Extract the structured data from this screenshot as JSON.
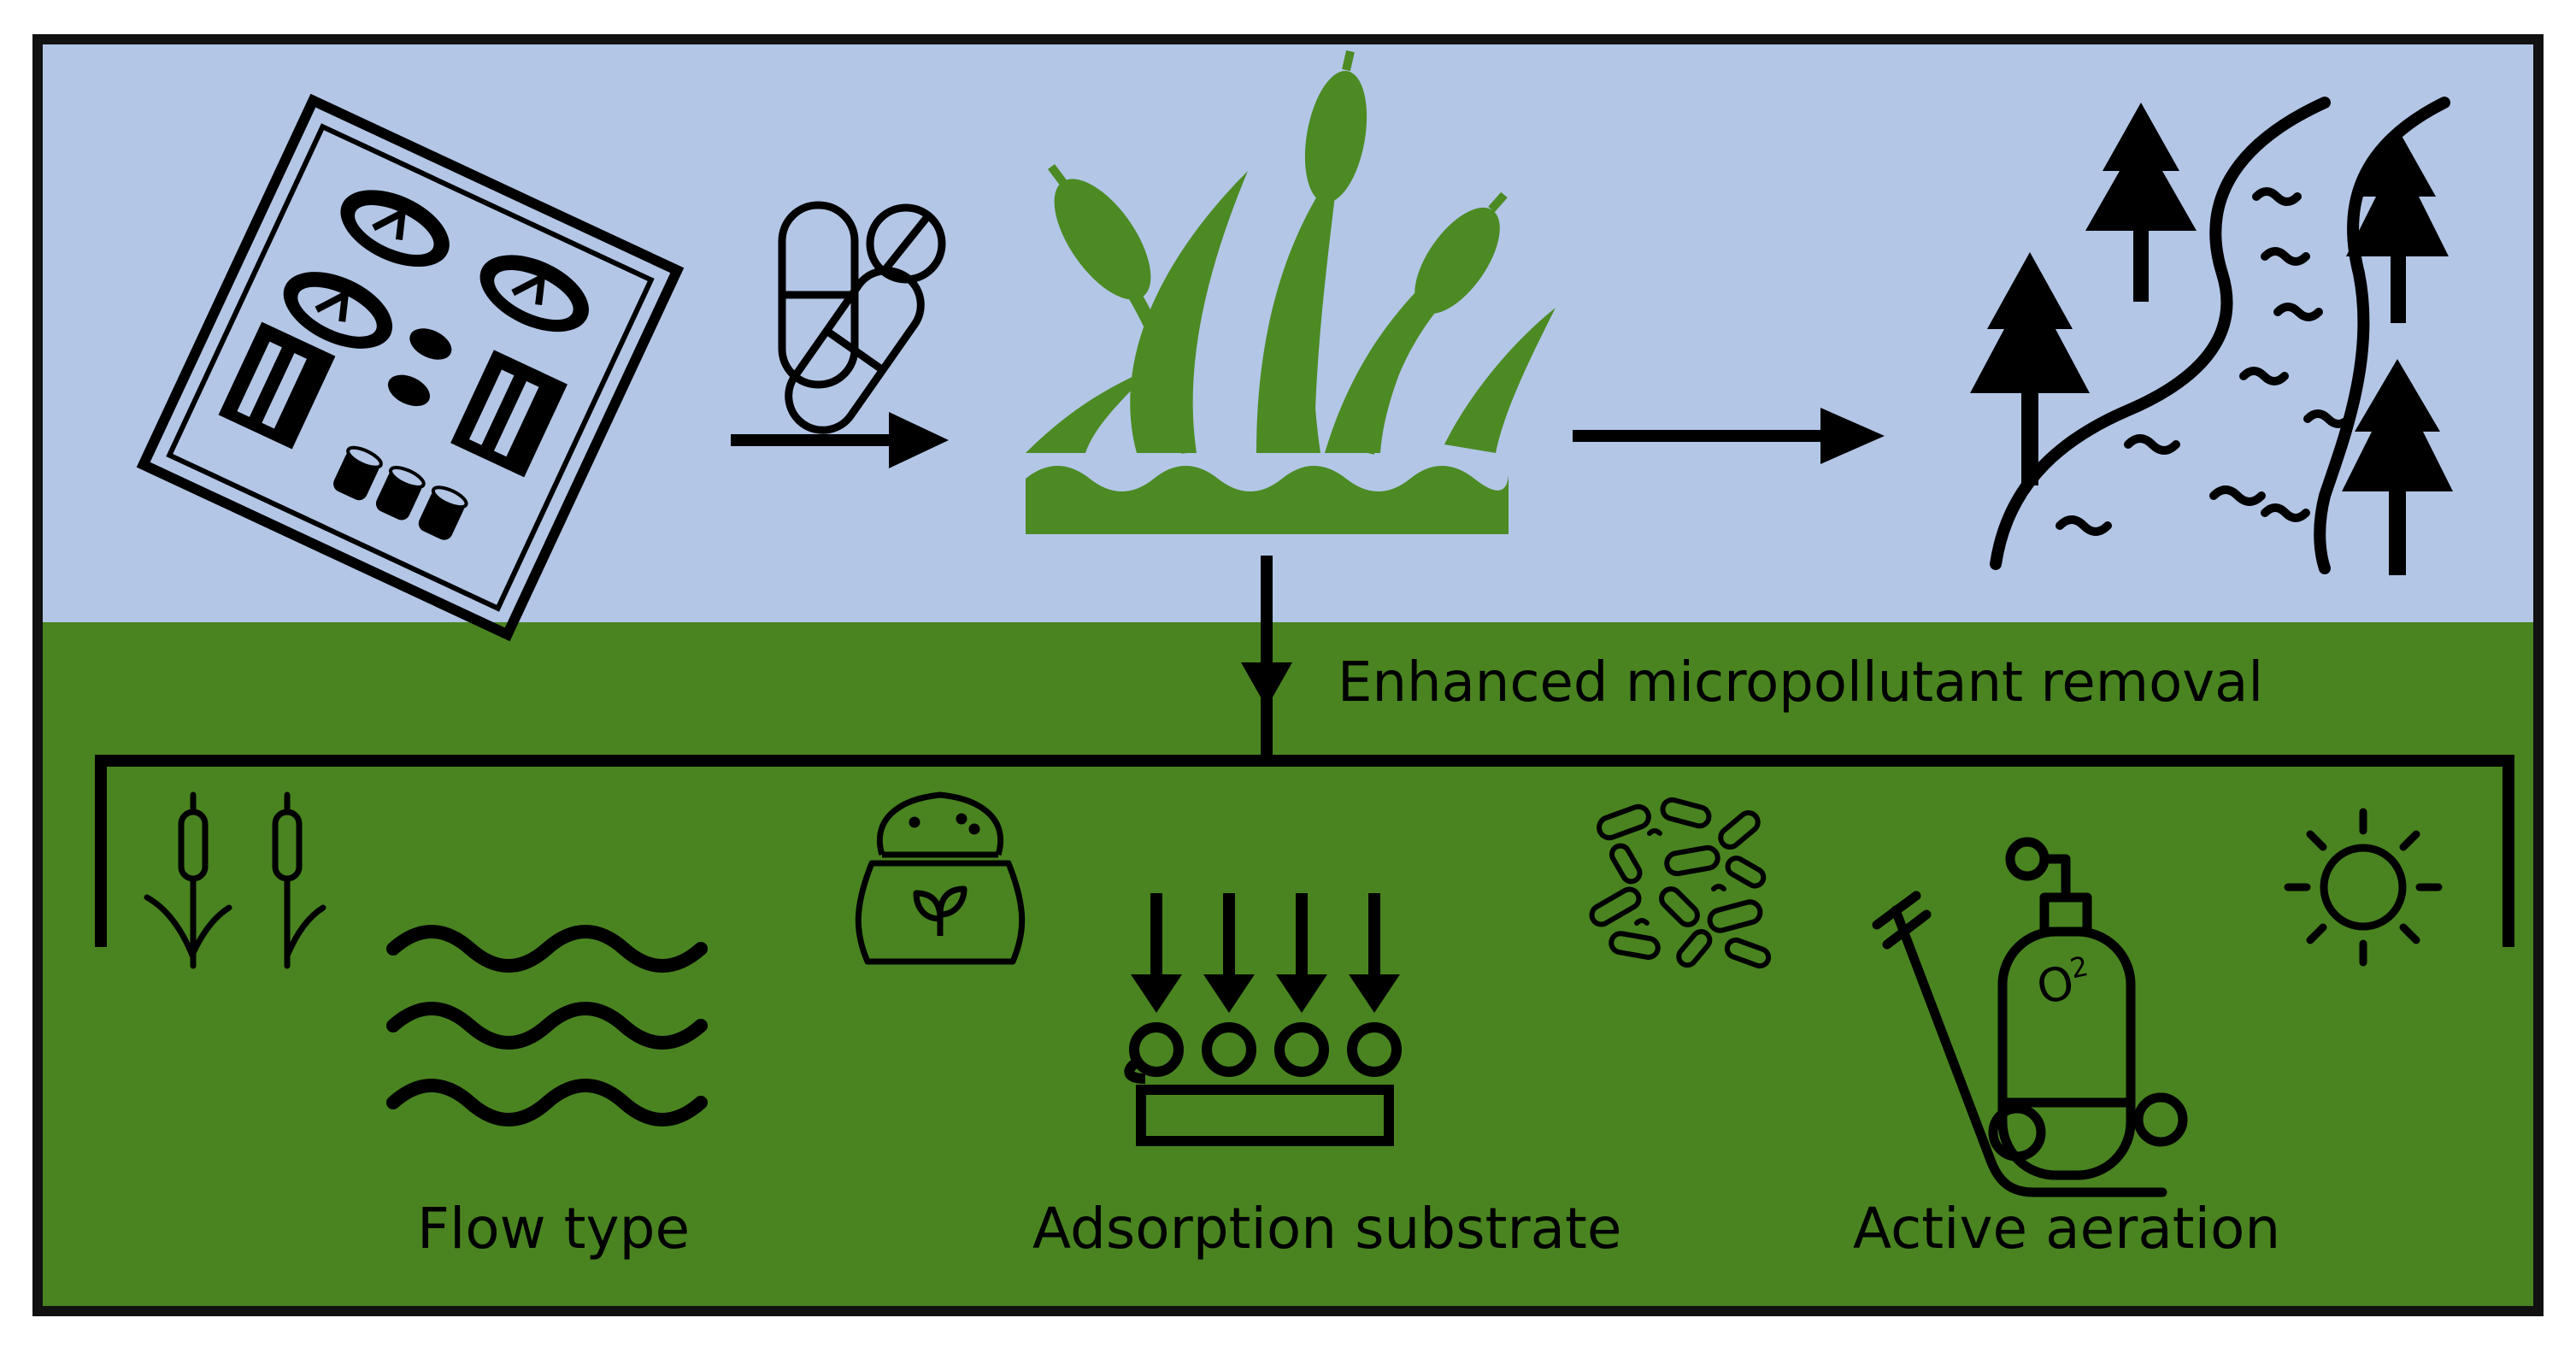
{
  "colors": {
    "sky": "#b3c6e6",
    "wetland": "#4a8420",
    "plant": "#4c8a24",
    "ink": "#000000",
    "border": "#111111"
  },
  "icons": {
    "source": "industrial-control-panel-icon",
    "input": "pills-capsule-icon",
    "wetland": "cattail-wetland-icon",
    "output": "river-forest-icon",
    "plants": "cattail-plants-icon",
    "flow": "wavy-flow-icon",
    "substrate_bag": "soil-bag-icon",
    "adsorption": "adsorption-arrows-icon",
    "microbes": "bacteria-icon",
    "aeration": "oxygen-cylinder-icon",
    "sun": "sun-icon"
  },
  "labels": {
    "enhanced": "Enhanced micropollutant removal",
    "flow_type": "Flow type",
    "adsorption": "Adsorption substrate",
    "aeration": "Active aeration",
    "oxygen": "O",
    "oxygen_sub": "2"
  }
}
